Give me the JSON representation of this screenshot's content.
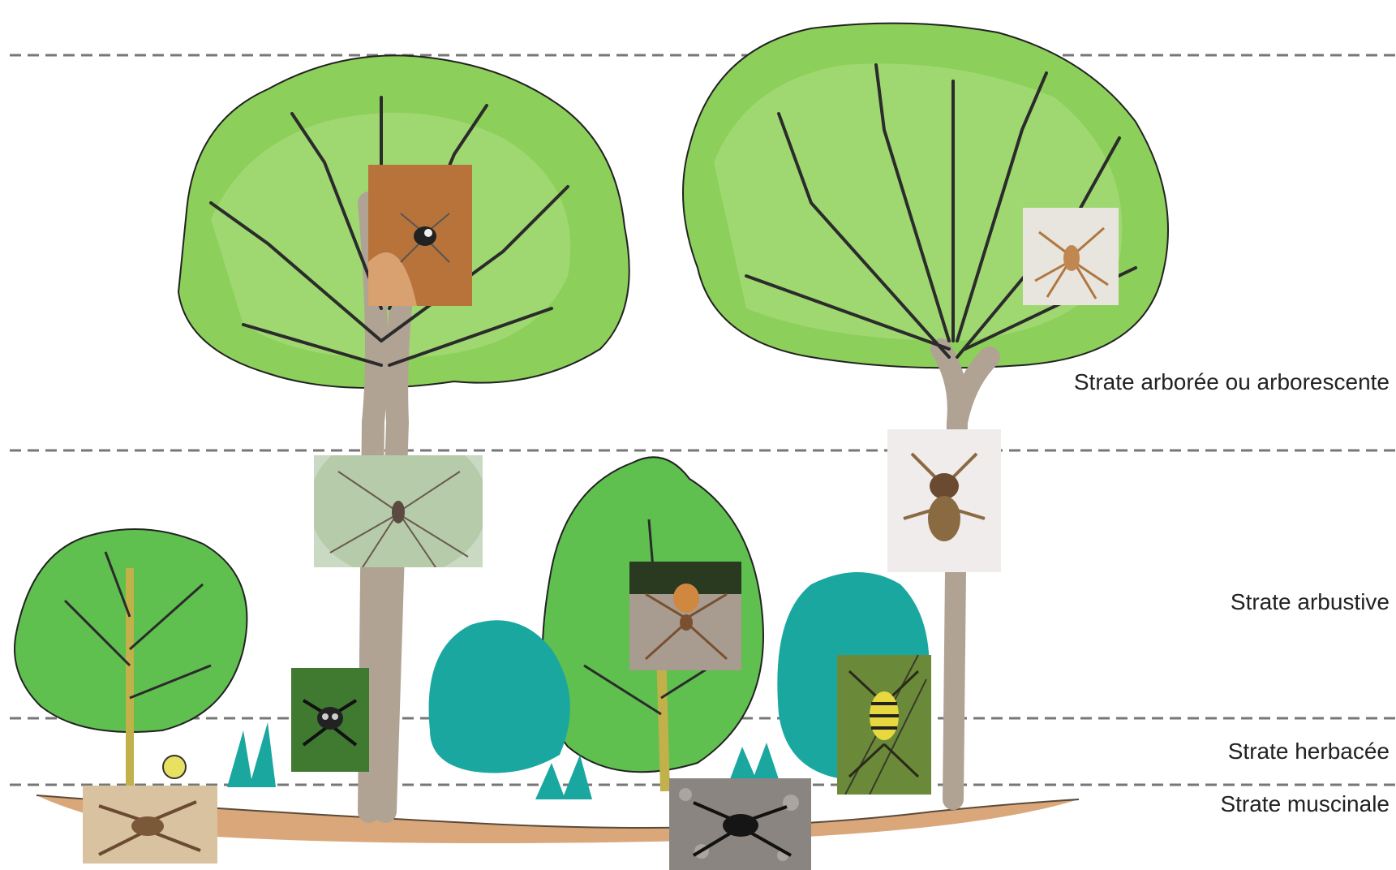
{
  "strata": {
    "arboree": "Strate arborée ou arborescente",
    "arbustive": "Strate arbustive",
    "herbacee": "Strate herbacée",
    "muscinale": "Strate muscinale"
  },
  "photos": [
    {
      "id": "spider-tree-left-canopy",
      "depicts": "small dark spider on web, orange background"
    },
    {
      "id": "spider-tree-right-canopy",
      "depicts": "pale brown long-legged spider on white wall"
    },
    {
      "id": "spider-trunk-left",
      "depicts": "long-legged huntsman spider on lichen bark"
    },
    {
      "id": "spider-trunk-right",
      "depicts": "jumping spider on white wall"
    },
    {
      "id": "spider-shrub-center",
      "depicts": "orange-bellied spider on rock"
    },
    {
      "id": "spider-herb-left",
      "depicts": "jumping spider on green leaf"
    },
    {
      "id": "spider-herb-right",
      "depicts": "yellow-black striped wasp spider in grass"
    },
    {
      "id": "spider-ground-left",
      "depicts": "wolf spider on sand"
    },
    {
      "id": "spider-ground-center",
      "depicts": "black spider on gravel"
    }
  ],
  "colors": {
    "foliage_light": "#8ccf5a",
    "foliage_mid": "#5fbf4f",
    "foliage_teal": "#1aa7a0",
    "trunk": "#b0a393",
    "soil": "#d9a77a",
    "dashed_line": "#777777"
  }
}
